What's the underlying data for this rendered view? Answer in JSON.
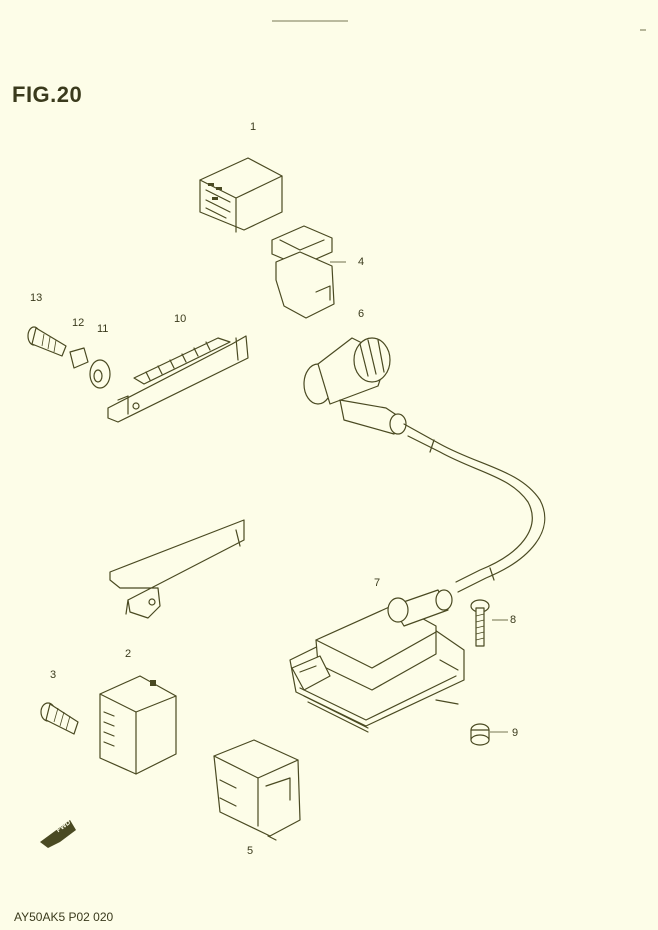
{
  "figure": {
    "title": "FIG.20",
    "footer_code": "AY50AK5 P02  020"
  },
  "fwd_badge": "FWD",
  "parts": [
    {
      "id": "part-1",
      "label": "1"
    },
    {
      "id": "part-2",
      "label": "2"
    },
    {
      "id": "part-3",
      "label": "3"
    },
    {
      "id": "part-4",
      "label": "4"
    },
    {
      "id": "part-5",
      "label": "5"
    },
    {
      "id": "part-6",
      "label": "6"
    },
    {
      "id": "part-7",
      "label": "7"
    },
    {
      "id": "part-8",
      "label": "8"
    },
    {
      "id": "part-9",
      "label": "9"
    },
    {
      "id": "part-10",
      "label": "10"
    },
    {
      "id": "part-11",
      "label": "11"
    },
    {
      "id": "part-12",
      "label": "12"
    },
    {
      "id": "part-13",
      "label": "13"
    }
  ],
  "colors": {
    "background": "#fdfde8",
    "ink": "#4a4a22"
  }
}
